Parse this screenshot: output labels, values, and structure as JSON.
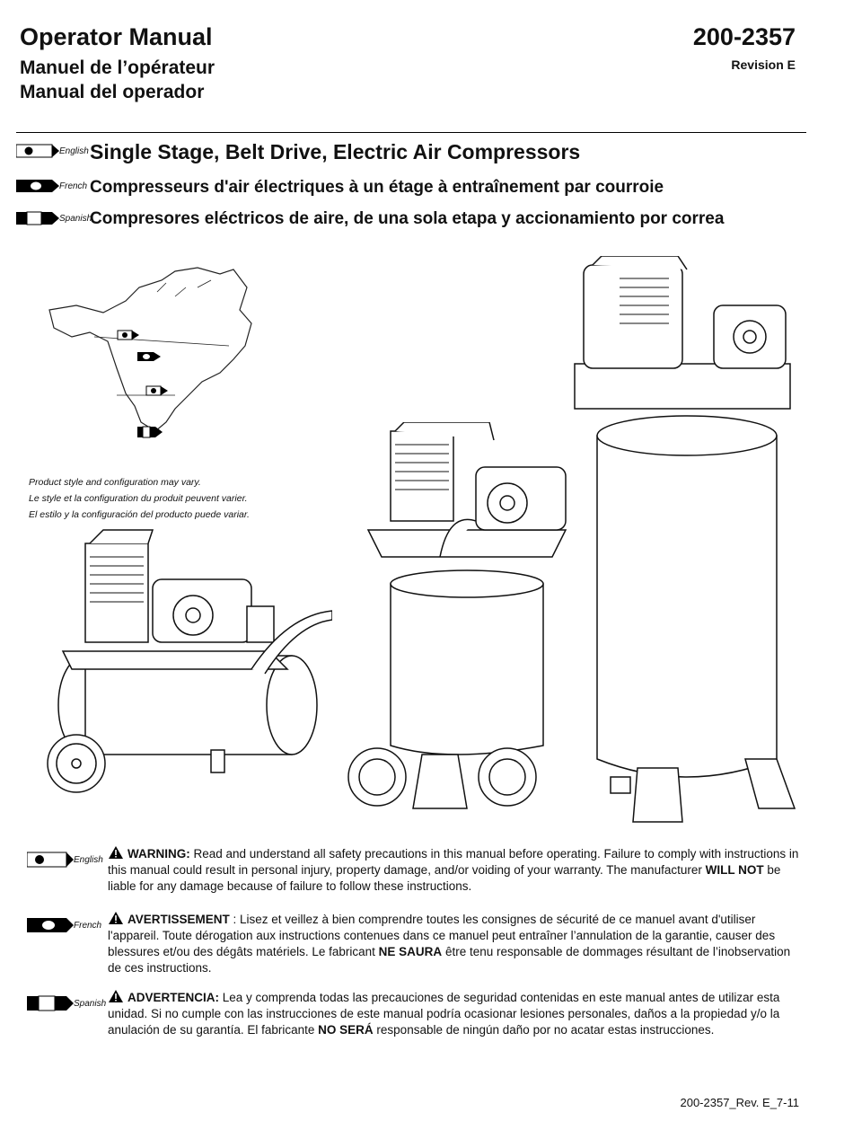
{
  "header": {
    "title_en": "Operator Manual",
    "title_fr": "Manuel de l’opérateur",
    "title_es": "Manual del operador",
    "doc_number": "200-2357",
    "revision": "Revision E"
  },
  "languages": {
    "en": "English",
    "fr": "French",
    "es": "Spanish"
  },
  "product_titles": {
    "en": "Single Stage, Belt Drive, Electric Air Compressors",
    "fr": "Compresseurs d'air électriques à un étage à entraînement par courroie",
    "es": "Compresores eléctricos de aire, de una sola etapa y accionamiento por correa"
  },
  "disclaimer": {
    "en": "Product style and configuration may vary.",
    "fr": "Le style et la configuration du produit peuvent varier.",
    "es": "El estilo y la configuración del producto puede variar."
  },
  "warnings": {
    "en": {
      "label": "WARNING:",
      "text_1": " Read and understand all safety precautions in this manual before operating. Failure to comply with instructions in this manual could result in personal injury, property damage, and/or voiding of your warranty. The manufacturer ",
      "emphasis": "WILL NOT",
      "text_2": " be liable for any damage because of failure to follow these instructions."
    },
    "fr": {
      "label": "AVERTISSEMENT",
      "text_1": " : Lisez et veillez à bien comprendre toutes les consignes de sécurité de ce manuel avant d'utiliser l'appareil. Toute dérogation aux instructions contenues dans ce manuel peut entraîner l’annulation de la garantie, causer des blessures et/ou des dégâts matériels. Le fabricant ",
      "emphasis": "NE SAURA",
      "text_2": " être tenu responsable de dommages résultant de l’inobservation de ces instructions."
    },
    "es": {
      "label": "ADVERTENCIA:",
      "text_1": " Lea y comprenda todas las precauciones de seguridad contenidas en este manual antes de utilizar esta unidad. Si no cumple con las instrucciones de este manual podría ocasionar lesiones personales, daños a la propiedad y/o la anulación de su garantía. El fabricante ",
      "emphasis": "NO SERÁ",
      "text_2": " responsable de ningún daño por no acatar estas instrucciones."
    }
  },
  "footer": {
    "code": "200-2357_Rev. E_7-11"
  }
}
